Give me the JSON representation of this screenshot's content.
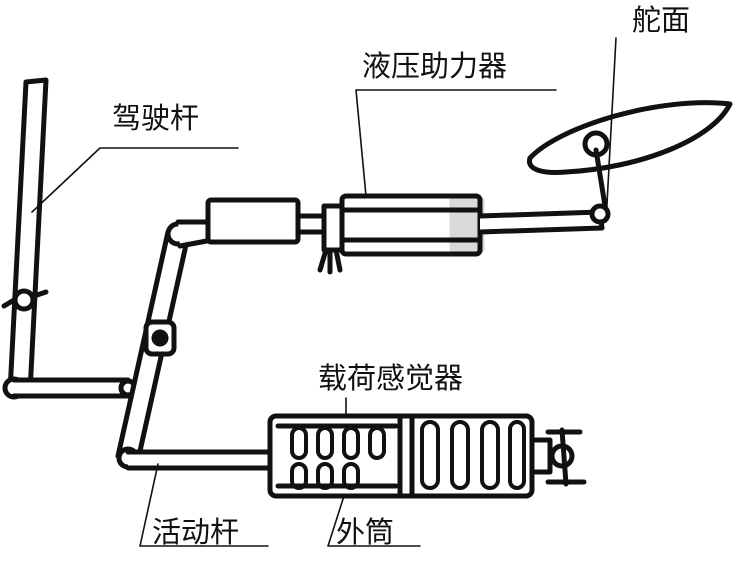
{
  "labels": {
    "control_stick": "驾驶杆",
    "hydraulic_booster": "液压助力器",
    "control_surface": "舵面",
    "load_feel_device": "载荷感觉器",
    "movable_rod": "活动杆",
    "outer_cylinder": "外筒"
  },
  "colors": {
    "ink": "#111111",
    "background": "#ffffff"
  }
}
